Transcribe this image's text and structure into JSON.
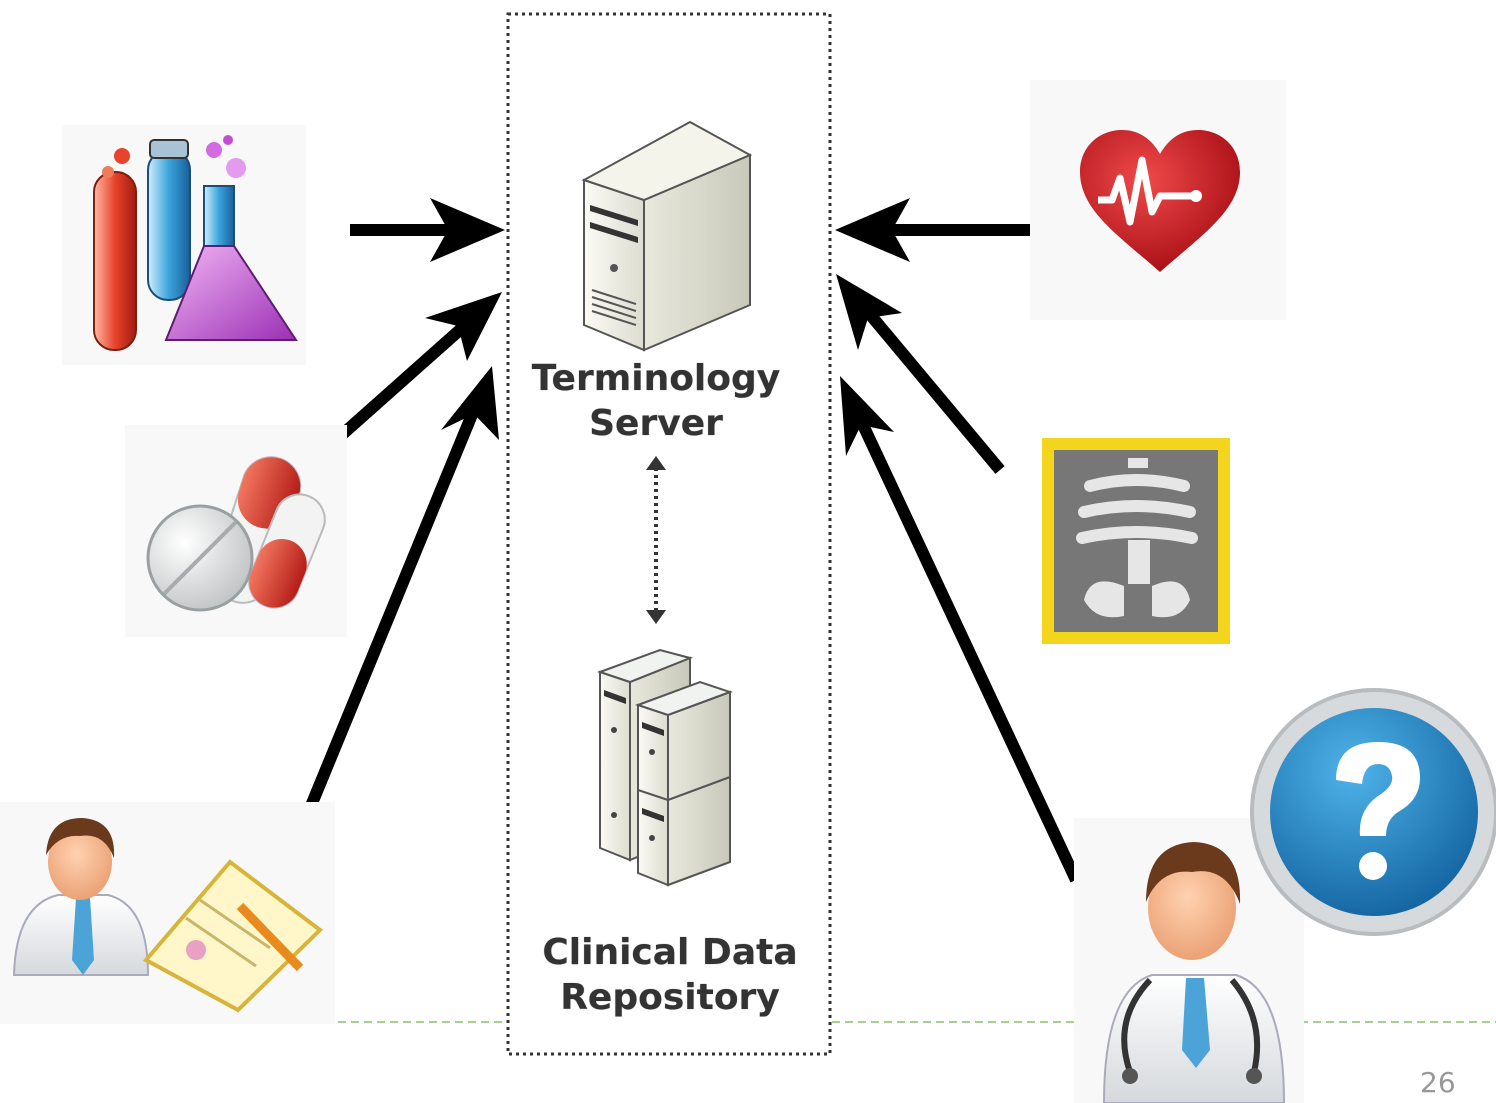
{
  "diagram": {
    "terminology_server": {
      "line1": "Terminology",
      "line2": "Server"
    },
    "clinical_data_repository": {
      "line1": "Clinical Data",
      "line2": "Repository"
    }
  },
  "slide": {
    "page_number": "26"
  },
  "colors": {
    "arrow": "#000000",
    "boundary": "#333333",
    "footer_line": "#a9d18e",
    "heart": "#c8141e",
    "xray_frame": "#f2d51c",
    "help_blue": "#1e87c8"
  },
  "icons": [
    "lab-tubes-icon",
    "pills-icon",
    "doctor-clipboard-icon",
    "heart-ecg-icon",
    "xray-icon",
    "doctor-stethoscope-icon",
    "question-icon",
    "server-tower-icon",
    "server-cluster-icon"
  ]
}
